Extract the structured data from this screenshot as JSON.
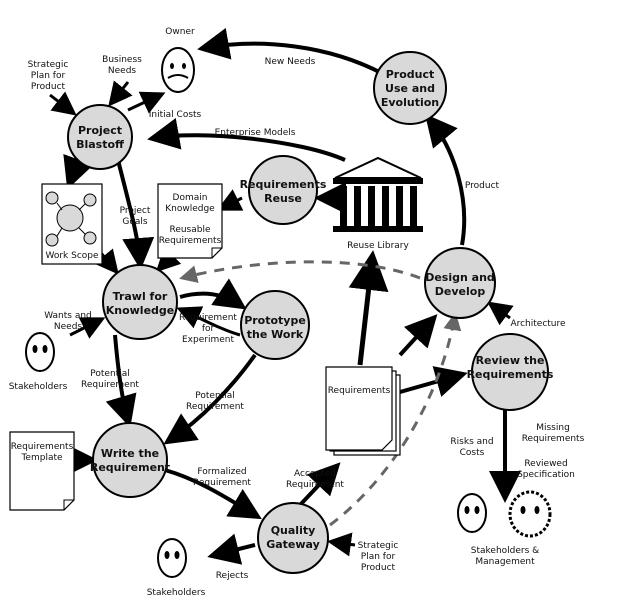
{
  "nodes": {
    "project_blastoff": [
      "Project",
      "Blastoff"
    ],
    "requirements_reuse": [
      "Requirements",
      "Reuse"
    ],
    "product_use": [
      "Product",
      "Use and",
      "Evolution"
    ],
    "trawl": [
      "Trawl for",
      "Knowledge"
    ],
    "prototype": [
      "Prototype",
      "the Work"
    ],
    "design": [
      "Design and",
      "Develop"
    ],
    "review": [
      "Review the",
      "Requirements"
    ],
    "write": [
      "Write the",
      "Requirement"
    ],
    "quality": [
      "Quality",
      "Gateway"
    ]
  },
  "documents": {
    "domain": [
      "Domain",
      "Knowledge",
      "Reusable",
      "Requirements"
    ],
    "work_scope": "Work Scope",
    "requirements": "Requirements",
    "template": [
      "Requirements",
      "Template"
    ],
    "reuse_library": "Reuse Library"
  },
  "actors": {
    "owner": "Owner",
    "stakeholders_left": "Stakeholders",
    "stakeholders_bottom": "Stakeholders",
    "stakeholders_mgmt": [
      "Stakeholders &",
      "Management"
    ]
  },
  "labels": {
    "strategic_plan_top": [
      "Strategic",
      "Plan for",
      "Product"
    ],
    "business_needs": [
      "Business",
      "Needs"
    ],
    "initial_costs": "Initial Costs",
    "new_needs": "New Needs",
    "enterprise_models": "Enterprise Models",
    "product": "Product",
    "project_goals": [
      "Project",
      "Goals"
    ],
    "wants_needs": [
      "Wants and",
      "Needs"
    ],
    "req_for_experiment": [
      "Requirement",
      "for",
      "Experiment"
    ],
    "architecture": "Architecture",
    "potential_req_left": [
      "Potential",
      "Requirement"
    ],
    "potential_req_mid": [
      "Potential",
      "Requirement"
    ],
    "risks_costs": [
      "Risks and",
      "Costs"
    ],
    "missing_req": [
      "Missing",
      "Requirements"
    ],
    "reviewed_spec": [
      "Reviewed",
      "Specification"
    ],
    "formalized": [
      "Formalized",
      "Requirement"
    ],
    "accepted": [
      "Accepted",
      "Requirement"
    ],
    "strategic_plan_bottom": [
      "Strategic",
      "Plan for",
      "Product"
    ],
    "rejects": "Rejects"
  }
}
